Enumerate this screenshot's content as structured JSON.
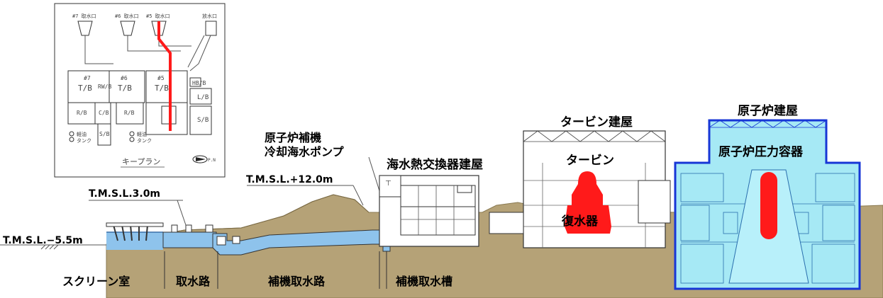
{
  "key_plan": {
    "title": "キープラン",
    "north": "P.N",
    "intakes": [
      "#7 取水口",
      "#6 取水口",
      "#5 取水口"
    ],
    "outlet": "放水口",
    "units": [
      {
        "no": "#7",
        "tb": "T/B"
      },
      {
        "no": "#6",
        "tb": "T/B"
      },
      {
        "no": "#5",
        "tb": "T/B"
      }
    ],
    "rw_b": "RW/B",
    "c_b": "C/B",
    "s_b": "S/B",
    "r_b": "R/B",
    "hb_b": "HB/B",
    "l_b": "L/B",
    "tank": "軽油\nタンク"
  },
  "section": {
    "elevation_sea": "T.M.S.L.−5.5m",
    "elevation_ground": "T.M.S.L.3.0m",
    "elevation_hill": "T.M.S.L.+12.0m",
    "pump_label_1": "原子炉補機",
    "pump_label_2": "冷却海水ポンプ",
    "hx_building": "海水熱交換器建屋",
    "turbine_building": "タービン建屋",
    "turbine": "タービン",
    "condenser": "復水器",
    "reactor_building": "原子炉建屋",
    "rpv": "原子炉圧力容器"
  },
  "zones": [
    "スクリーン室",
    "取水路",
    "補機取水路",
    "補機取水槽"
  ],
  "colors": {
    "ground": "#b5a277",
    "water": "#8ec3ec",
    "reactor_fill": "#a6e9f5",
    "reactor_edge": "#1736d6",
    "red": "#ff1a1a"
  }
}
